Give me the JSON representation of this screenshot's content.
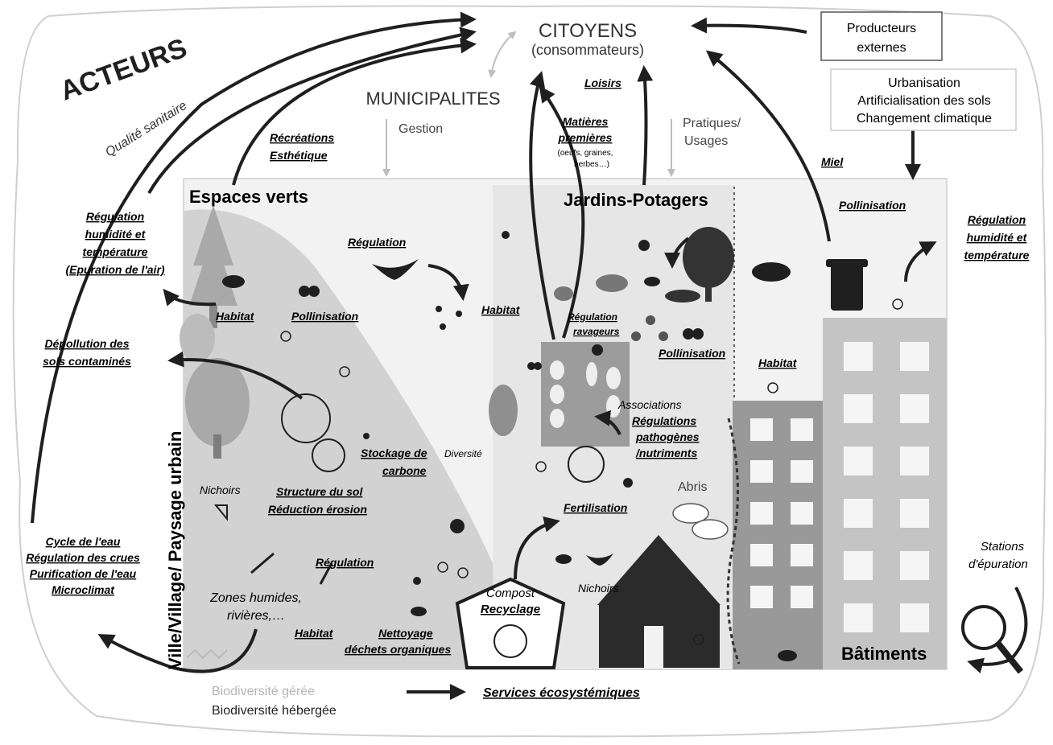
{
  "actors": {
    "title": "ACTEURS",
    "citizens_line1": "CITOYENS",
    "citizens_line2": "(consommateurs)",
    "municipalities": "MUNICIPALITES",
    "external_producers_line1": "Producteurs",
    "external_producers_line2": "externes"
  },
  "pressures": [
    "Urbanisation",
    "Artificialisation des sols",
    "Changement climatique"
  ],
  "flows": {
    "gestion": "Gestion",
    "pratiques": "Pratiques/",
    "usages": "Usages",
    "loisirs": "Loisirs",
    "miel": "Miel",
    "qualite_sanitaire": "Qualité sanitaire",
    "recreations": "Récréations",
    "esthetique": "Esthétique",
    "matieres_premieres_1": "Matières",
    "matieres_premieres_2": "premières",
    "matieres_examples_1": "(oeufs, graines,",
    "matieres_examples_2": "herbes…)"
  },
  "zones": {
    "espaces_verts": "Espaces verts",
    "jardins_potagers": "Jardins-Potagers",
    "batiments": "Bâtiments",
    "vertical_label": "Ville/Village/ Paysage urbain"
  },
  "services_left": {
    "regulation_humidite": [
      "Régulation",
      "humidité et",
      "température",
      "(Epuration de l'air)"
    ],
    "depollution": [
      "Dépollution des",
      "sols contaminés"
    ],
    "cycle_eau": [
      "Cycle de l'eau",
      "Régulation des crues",
      "Purification de l'eau",
      "Microclimat"
    ]
  },
  "services_right": {
    "regulation_humidite": [
      "Régulation",
      "humidité et",
      "température"
    ],
    "pollinisation": "Pollinisation",
    "stations_1": "Stations",
    "stations_2": "d'épuration"
  },
  "green_space_labels": {
    "habitat": "Habitat",
    "pollinisation": "Pollinisation",
    "regulation_top": "Régulation",
    "stockage_1": "Stockage de",
    "stockage_2": "carbone",
    "diversite": "Diversité",
    "structure_sol": "Structure du sol",
    "reduction_erosion": "Réduction érosion",
    "nichoirs": "Nichoirs",
    "regulation_bottom": "Régulation",
    "zones_humides_1": "Zones humides,",
    "zones_humides_2": "rivières,…",
    "habitat_bottom": "Habitat",
    "nettoyage_1": "Nettoyage",
    "nettoyage_2": "déchets organiques"
  },
  "garden_labels": {
    "habitat": "Habitat",
    "regulation_ravageurs_1": "Régulation",
    "regulation_ravageurs_2": "ravageurs",
    "pollinisation": "Pollinisation",
    "associations": "Associations",
    "regulations_1": "Régulations",
    "regulations_2": "pathogènes",
    "regulations_3": "/nutriments",
    "fertilisation": "Fertilisation",
    "abris": "Abris",
    "compost": "Compost",
    "recyclage": "Recyclage",
    "nichoirs": "Nichoirs",
    "habitat_building": "Habitat"
  },
  "legend": {
    "managed": "Biodiversité gérée",
    "hosted": "Biodiversité hébergée",
    "services": "Services écosystémiques"
  },
  "colors": {
    "ink": "#1f1f1f",
    "grey_zone": "#c9c9c9",
    "light_grey": "#e2e2e2",
    "building": "#9a9a9a",
    "building_light": "#c4c4c4",
    "managed_text": "#b5b5b5"
  }
}
